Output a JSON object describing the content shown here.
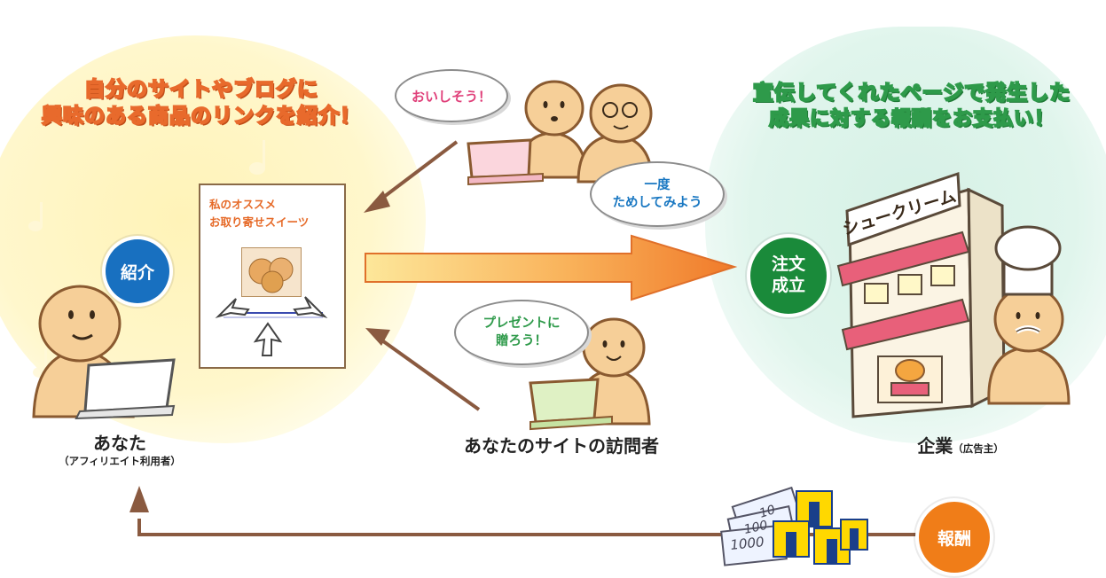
{
  "left_headline": {
    "line1": "自分のサイトやブログに",
    "line2": "興味のある商品のリンクを紹介！"
  },
  "right_headline": {
    "line1": "宣伝してくれたページで発生した",
    "line2": "成果に対する報酬をお支払い！"
  },
  "badges": {
    "introduce": "紹介",
    "order_line1": "注文",
    "order_line2": "成立",
    "reward": "報酬"
  },
  "card": {
    "line1": "私のオススメ",
    "line2": "お取り寄せスイーツ"
  },
  "bubbles": {
    "oishi": "おいしそう！",
    "ichido_line1": "一度",
    "ichido_line2": "ためしてみよう",
    "present_line1": "プレゼントに",
    "present_line2": "贈ろう！"
  },
  "shop_sign": "シュークリーム",
  "bills": [
    "10",
    "100",
    "1000"
  ],
  "labels": {
    "you": "あなた",
    "you_sub": "（アフィリエイト利用者）",
    "visitors": "あなたのサイトの訪問者",
    "company": "企業",
    "company_sub": "（広告主）"
  },
  "colors": {
    "orange_accent": "#e86a2c",
    "green_accent": "#2e9a4a",
    "blue_badge": "#1870c0",
    "arrow_brown": "#8a5a40"
  }
}
